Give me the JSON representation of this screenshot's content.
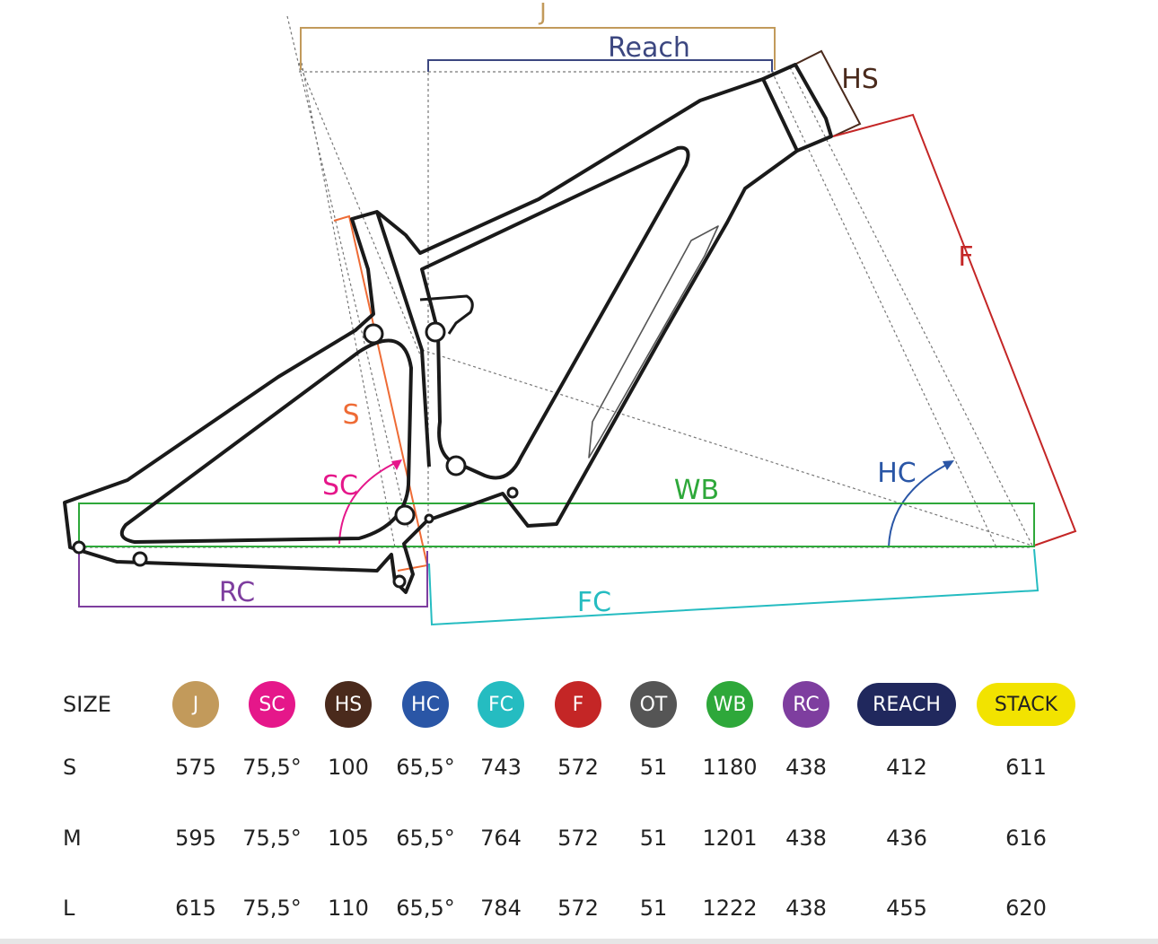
{
  "diagram": {
    "labels": {
      "j": "J",
      "reach": "Reach",
      "hs": "HS",
      "f": "F",
      "s": "S",
      "sc": "SC",
      "wb": "WB",
      "hc": "HC",
      "rc": "RC",
      "fc": "FC"
    }
  },
  "colors": {
    "j": "#c29a5b",
    "sc": "#e5178a",
    "hs": "#4a2a1c",
    "hc": "#2a56a6",
    "fc": "#25bcc1",
    "f": "#c42626",
    "ot": "#555555",
    "wb": "#2ea83a",
    "rc": "#7e3e9f",
    "reach": "#20285d",
    "stack": "#f2e300",
    "s": "#ee6b35",
    "frame": "#1a1a1a"
  },
  "table": {
    "size_header": "SIZE",
    "columns": [
      {
        "key": "j",
        "label": "J",
        "color": "#c29a5b",
        "text_color": "#ffffff",
        "shape": "circle"
      },
      {
        "key": "sc",
        "label": "SC",
        "color": "#e5178a",
        "text_color": "#ffffff",
        "shape": "circle"
      },
      {
        "key": "hs",
        "label": "HS",
        "color": "#4a2a1c",
        "text_color": "#ffffff",
        "shape": "circle"
      },
      {
        "key": "hc",
        "label": "HC",
        "color": "#2a56a6",
        "text_color": "#ffffff",
        "shape": "circle"
      },
      {
        "key": "fc",
        "label": "FC",
        "color": "#25bcc1",
        "text_color": "#ffffff",
        "shape": "circle"
      },
      {
        "key": "f",
        "label": "F",
        "color": "#c42626",
        "text_color": "#ffffff",
        "shape": "circle"
      },
      {
        "key": "ot",
        "label": "OT",
        "color": "#555555",
        "text_color": "#ffffff",
        "shape": "circle"
      },
      {
        "key": "wb",
        "label": "WB",
        "color": "#2ea83a",
        "text_color": "#ffffff",
        "shape": "circle"
      },
      {
        "key": "rc",
        "label": "RC",
        "color": "#7e3e9f",
        "text_color": "#ffffff",
        "shape": "circle"
      },
      {
        "key": "reach",
        "label": "REACH",
        "color": "#20285d",
        "text_color": "#ffffff",
        "shape": "oval"
      },
      {
        "key": "stack",
        "label": "STACK",
        "color": "#f2e300",
        "text_color": "#222222",
        "shape": "oval"
      }
    ],
    "rows": [
      {
        "size": "S",
        "values": [
          "575",
          "75,5°",
          "100",
          "65,5°",
          "743",
          "572",
          "51",
          "1180",
          "438",
          "412",
          "611"
        ]
      },
      {
        "size": "M",
        "values": [
          "595",
          "75,5°",
          "105",
          "65,5°",
          "764",
          "572",
          "51",
          "1201",
          "438",
          "436",
          "616"
        ]
      },
      {
        "size": "L",
        "values": [
          "615",
          "75,5°",
          "110",
          "65,5°",
          "784",
          "572",
          "51",
          "1222",
          "438",
          "455",
          "620"
        ]
      }
    ]
  }
}
